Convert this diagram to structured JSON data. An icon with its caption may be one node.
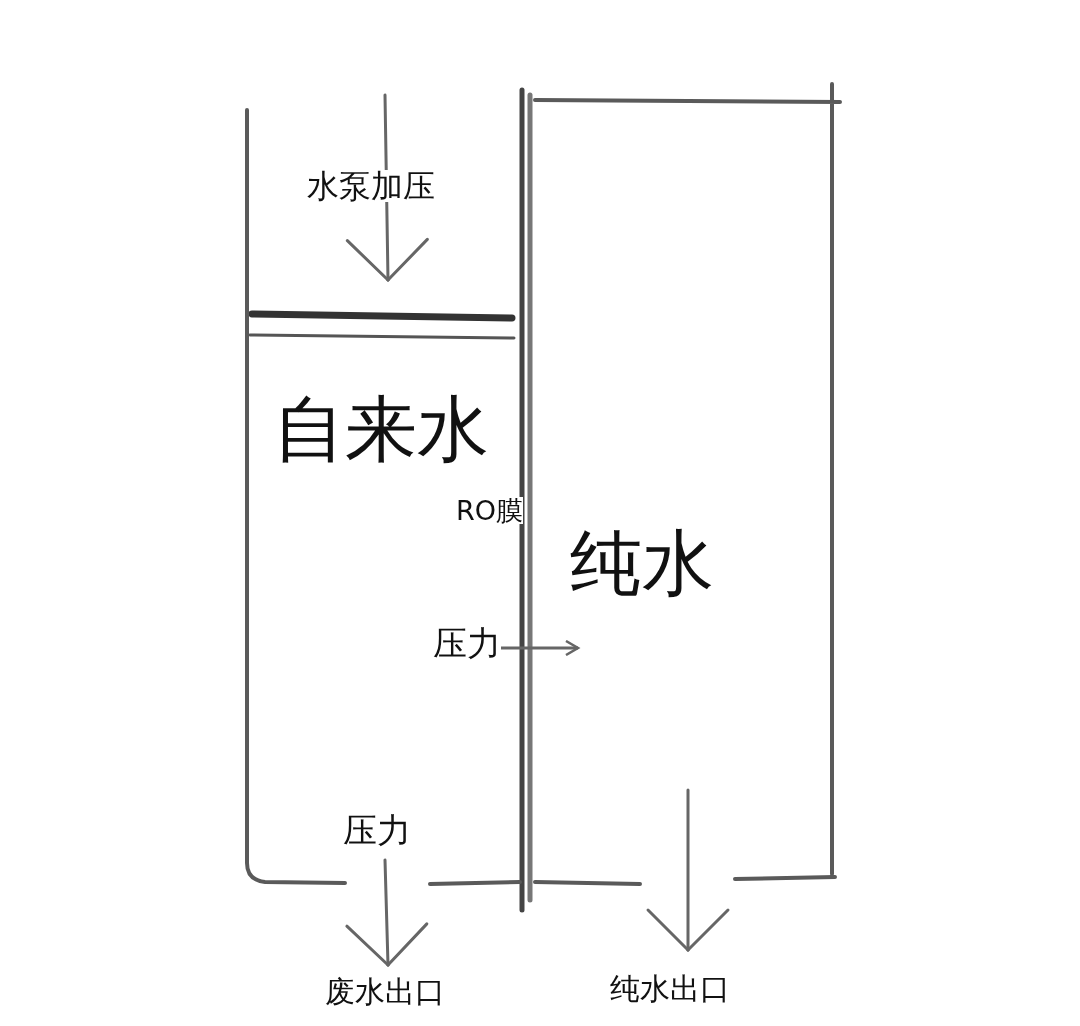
{
  "diagram": {
    "nodes": [
      {
        "text": [
          "自来水"
        ]
      },
      {
        "text": [
          "纯水"
        ]
      }
    ],
    "edges": [
      {
        "from": 0,
        "to": 1,
        "arrow": "to"
      }
    ],
    "labels": [
      "水泵加压",
      "RO膜",
      "压力",
      "压力",
      "废水出口",
      "纯水出口"
    ]
  }
}
